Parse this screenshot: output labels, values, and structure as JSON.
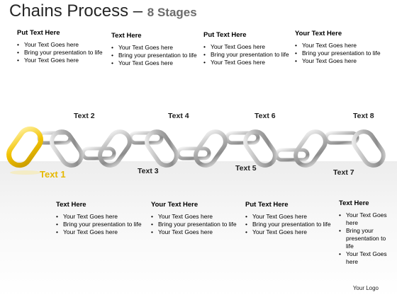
{
  "title": {
    "main": "Chains Process",
    "dash": " – ",
    "sub": "8 Stages"
  },
  "top_blocks": [
    {
      "heading": "Put Text Here",
      "bullets": [
        "Your Text Goes here",
        "Bring your presentation to life",
        "Your Text Goes here"
      ]
    },
    {
      "heading": "Text Here",
      "bullets": [
        "Your Text Goes here",
        "Bring your presentation to life",
        "Your Text Goes here"
      ]
    },
    {
      "heading": "Put Text Here",
      "bullets": [
        "Your Text Goes here",
        "Bring your presentation to life",
        "Your Text Goes here"
      ]
    },
    {
      "heading": "Your Text Here",
      "bullets": [
        "Your Text Goes here",
        "Bring your presentation to life",
        "Your Text Goes here"
      ]
    }
  ],
  "bottom_blocks": [
    {
      "heading": "Text Here",
      "bullets": [
        "Your Text Goes here",
        "Bring your presentation to life",
        "Your Text Goes here"
      ]
    },
    {
      "heading": "Your Text Here",
      "bullets": [
        "Your Text Goes here",
        "Bring your presentation to life",
        "Your Text Goes here"
      ]
    },
    {
      "heading": "Put Text Here",
      "bullets": [
        "Your Text Goes here",
        "Bring your presentation to life",
        "Your Text Goes here"
      ]
    },
    {
      "heading": "Text Here",
      "bullets": [
        "Your Text Goes here",
        "Bring your presentation to life",
        "Your Text Goes here"
      ]
    }
  ],
  "stages": [
    "Text 1",
    "Text 2",
    "Text 3",
    "Text 4",
    "Text 5",
    "Text 6",
    "Text 7",
    "Text 8"
  ],
  "colors": {
    "gold_link": "#f2c200",
    "silver_link": "#9a9a9a",
    "title": "#262626",
    "subtitle": "#6b6b6b"
  },
  "footer": {
    "logo": "Your Logo"
  }
}
